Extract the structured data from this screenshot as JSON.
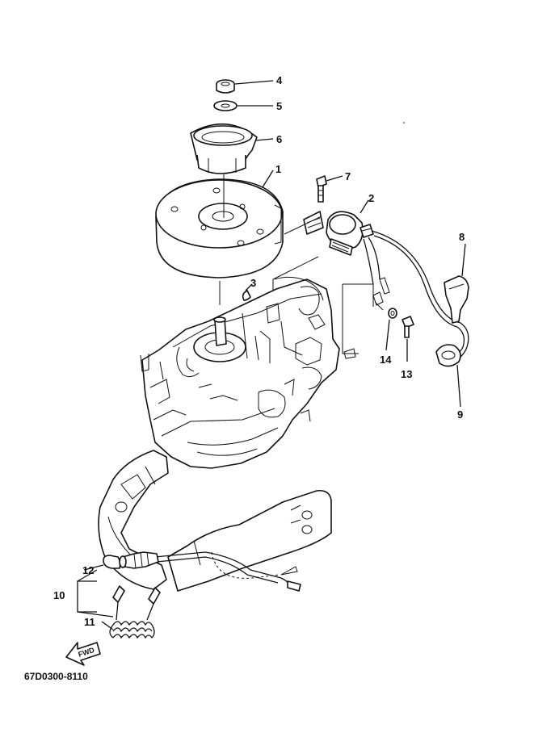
{
  "diagram": {
    "drawing_code": "67D0300-8110",
    "direction_label": "FWD",
    "callouts": [
      {
        "id": "1",
        "text": "1"
      },
      {
        "id": "2",
        "text": "2"
      },
      {
        "id": "3",
        "text": "3"
      },
      {
        "id": "4",
        "text": "4"
      },
      {
        "id": "5",
        "text": "5"
      },
      {
        "id": "6",
        "text": "6"
      },
      {
        "id": "7",
        "text": "7"
      },
      {
        "id": "8",
        "text": "8"
      },
      {
        "id": "9",
        "text": "9"
      },
      {
        "id": "10",
        "text": "10"
      },
      {
        "id": "11",
        "text": "11"
      },
      {
        "id": "12",
        "text": "12"
      },
      {
        "id": "13",
        "text": "13"
      },
      {
        "id": "14",
        "text": "14"
      }
    ]
  }
}
